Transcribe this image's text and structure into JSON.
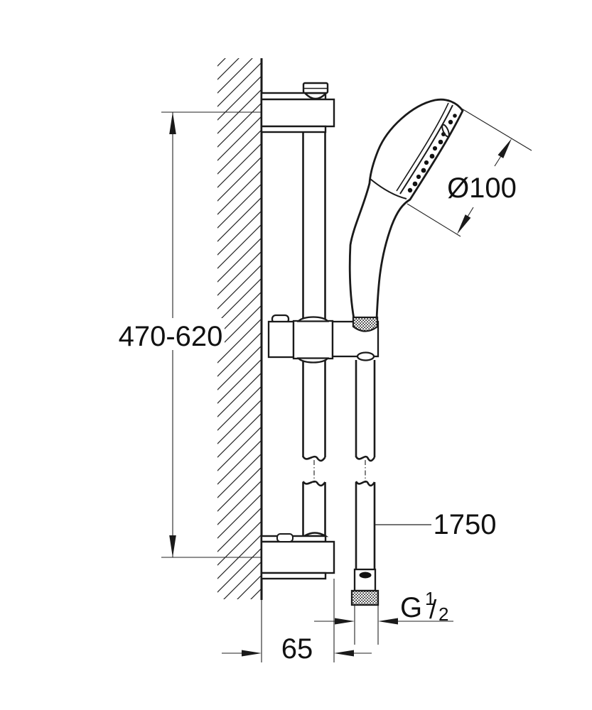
{
  "drawing": {
    "type": "technical-dimension-drawing",
    "subject": "shower-rail-set-with-hand-shower-and-hose",
    "labels": {
      "rail_height_range": "470-620",
      "head_diameter": "Ø100",
      "hose_length": "1750",
      "wall_distance": "65",
      "thread_letter": "G",
      "thread_numerator": "1",
      "thread_slash": "/",
      "thread_denominator": "2"
    },
    "colors": {
      "outline": "#1a1a1a",
      "dimension_line": "#222222",
      "background": "#ffffff",
      "text": "#111111"
    }
  }
}
